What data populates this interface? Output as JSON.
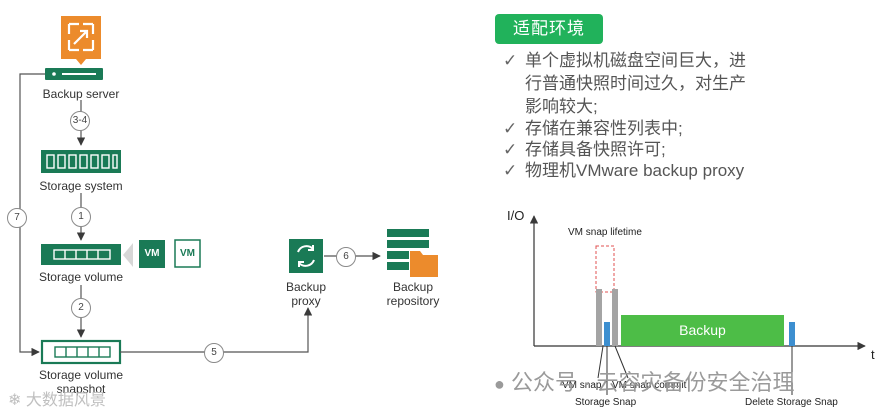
{
  "diagram": {
    "backup_server": "Backup server",
    "storage_system": "Storage system",
    "storage_volume": "Storage volume",
    "storage_volume_snapshot": "Storage volume snapshot",
    "backup_proxy": "Backup proxy",
    "backup_repository": "Backup repository",
    "vm_a": "VM",
    "vm_b": "VM",
    "steps": {
      "s34": "3-4",
      "s1": "1",
      "s2": "2",
      "s5": "5",
      "s6": "6",
      "s7": "7"
    }
  },
  "panel": {
    "tag": "适配环境",
    "check": "✓",
    "bullet1_lines": [
      "单个虚拟机磁盘空间巨大，进",
      "行普通快照时间过久，对生产",
      "影响较大;"
    ],
    "bullet2": "存储在兼容性列表中;",
    "bullet3": "存储具备快照许可;",
    "bullet4": "物理机VMware backup proxy"
  },
  "timeline": {
    "y_axis": "I/O",
    "x_axis": "t",
    "lifetime": "VM snap lifetime",
    "backup": "Backup",
    "vm_snap": "VM snap",
    "vm_snap_commit": "VM snap commit",
    "storage_snap": "Storage Snap",
    "delete_storage_snap": "Delete Storage Snap"
  },
  "watermark": {
    "wechat": "公众号 · 云容灾备份安全治理",
    "left": "大数据风景"
  },
  "colors": {
    "brand_green": "#1a7a56",
    "tag_green": "#21b25b",
    "backup_bar": "#4dbd47",
    "snap_blue": "#3d8fd0",
    "orange": "#ec8b2c"
  }
}
